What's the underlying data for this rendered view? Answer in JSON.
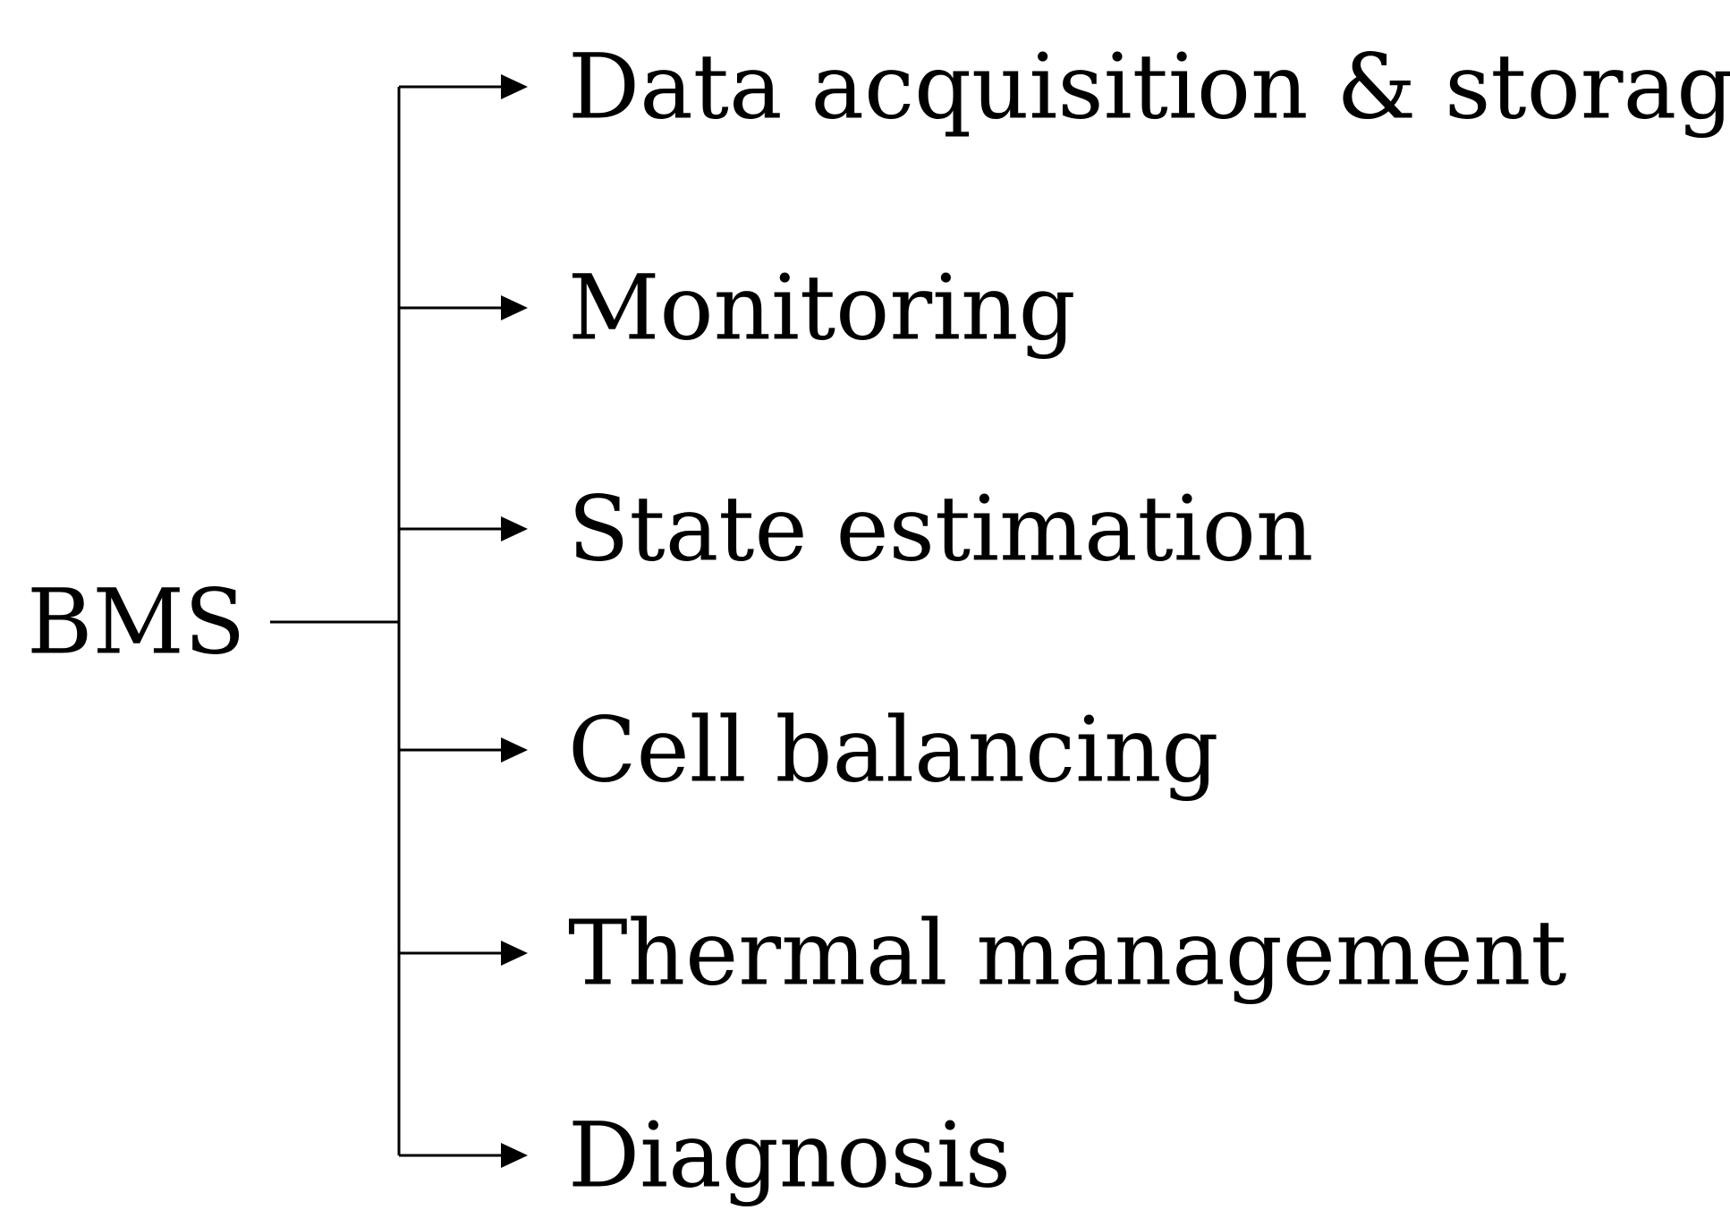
{
  "root": {
    "label": "BMS"
  },
  "branches": [
    {
      "label": "Data acquisition & storage",
      "icon": "arrow-right-icon"
    },
    {
      "label": "Monitoring",
      "icon": "arrow-right-icon"
    },
    {
      "label": "State estimation",
      "icon": "arrow-right-icon"
    },
    {
      "label": "Cell balancing",
      "icon": "arrow-right-icon"
    },
    {
      "label": "Thermal management",
      "icon": "arrow-right-icon"
    },
    {
      "label": "Diagnosis",
      "icon": "arrow-right-icon"
    }
  ],
  "colors": {
    "line": "#000000",
    "text": "#000000",
    "background": "#ffffff"
  }
}
